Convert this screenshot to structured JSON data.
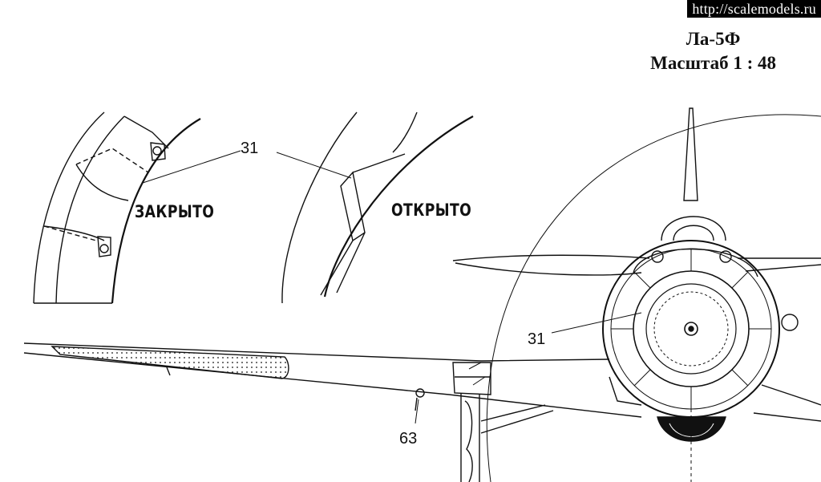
{
  "watermark": "http://scalemodels.ru",
  "title": {
    "line1": "Ла-5Ф",
    "line2": "Масштаб 1 : 48"
  },
  "labels": {
    "closed": "ЗАКРЫТО",
    "open": "ОТКРЫТО"
  },
  "callouts": {
    "top": "31",
    "front": "31",
    "gear": "63"
  }
}
